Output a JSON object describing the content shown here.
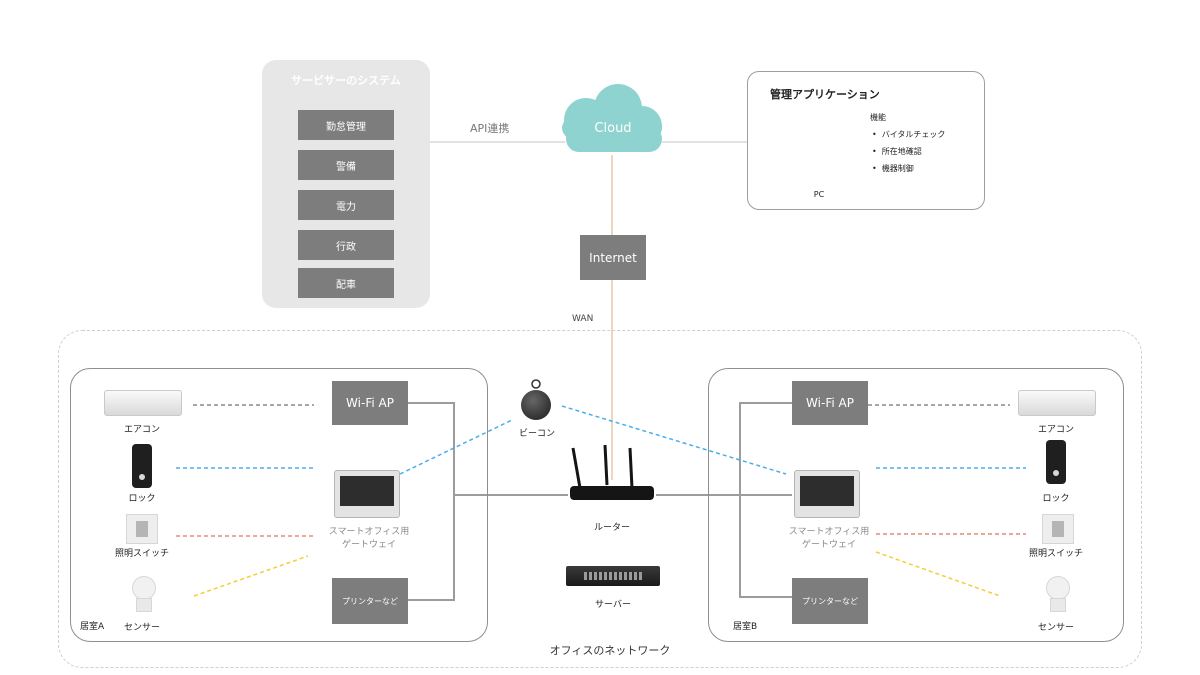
{
  "service_system": {
    "title": "サービサーのシステム",
    "items": [
      "勤怠管理",
      "警備",
      "電力",
      "行政",
      "配車"
    ]
  },
  "connections": {
    "api": "API連携",
    "cloud": "Cloud",
    "internet": "Internet",
    "wan": "WAN"
  },
  "management_app": {
    "title": "管理アプリケーション",
    "functions_title": "機能",
    "functions": [
      "バイタルチェック",
      "所在地確認",
      "機器制御"
    ],
    "device_label": "PC"
  },
  "office": {
    "label": "オフィスのネットワーク",
    "router_label": "ルーター",
    "server_label": "サーバー",
    "beacon_label": "ビーコン",
    "room_a": {
      "label": "居室A",
      "wifi": "Wi-Fi AP",
      "printer": "プリンターなど",
      "gateway": [
        "スマートオフィス用",
        "ゲートウェイ"
      ],
      "devices": [
        "エアコン",
        "ロック",
        "照明スイッチ",
        "センサー"
      ]
    },
    "room_b": {
      "label": "居室B",
      "wifi": "Wi-Fi AP",
      "printer": "プリンターなど",
      "gateway": [
        "スマートオフィス用",
        "ゲートウェイ"
      ],
      "devices": [
        "エアコン",
        "ロック",
        "照明スイッチ",
        "センサー"
      ]
    }
  },
  "colors": {
    "cloud": "#8ed3d0",
    "panel_dark": "#7d7d7d",
    "wifi_link": "#4aaee8",
    "zigbee_link": "#e6897a",
    "sensor_link": "#f2cf35",
    "wan_line": "#e8c9a6"
  }
}
